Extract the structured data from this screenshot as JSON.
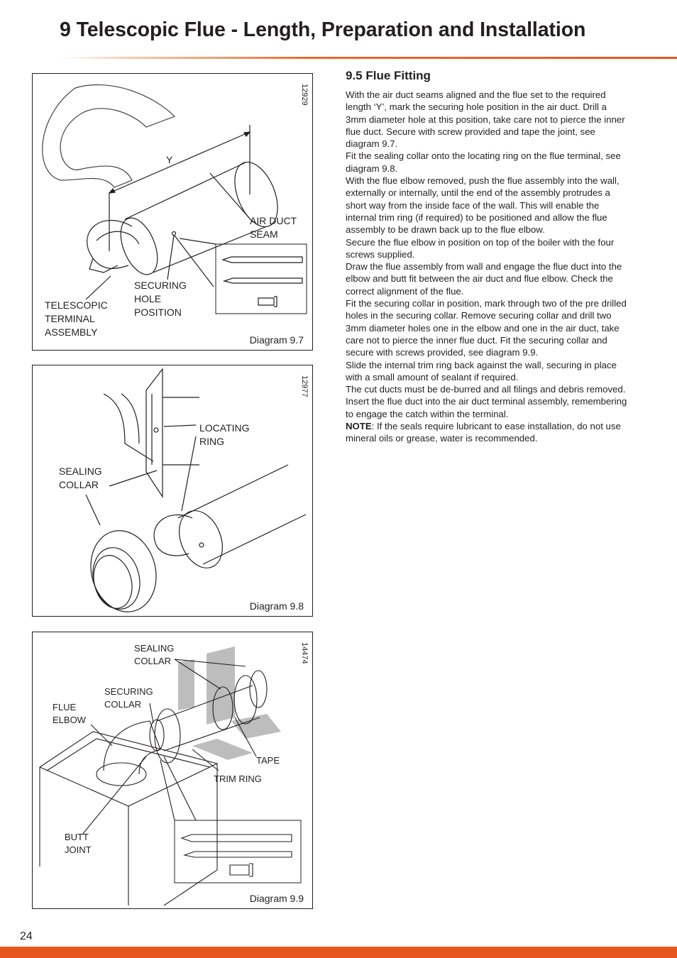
{
  "header": {
    "title": "9  Telescopic Flue - Length, Preparation and Installation"
  },
  "diagrams": [
    {
      "number": "12929",
      "caption": "Diagram 9.7",
      "labels": {
        "y": "Y",
        "air_duct_seam": "AIR DUCT\nSEAM",
        "securing_hole": "SECURING\nHOLE\nPOSITION",
        "telescopic": "TELESCOPIC\nTERMINAL\nASSEMBLY"
      }
    },
    {
      "number": "12977",
      "caption": "Diagram 9.8",
      "labels": {
        "locating_ring": "LOCATING\nRING",
        "sealing_collar": "SEALING\nCOLLAR"
      }
    },
    {
      "number": "14474",
      "caption": "Diagram 9.9",
      "labels": {
        "sealing_collar": "SEALING\nCOLLAR",
        "securing_collar": "SECURING\nCOLLAR",
        "flue_elbow": "FLUE\nELBOW",
        "tape": "TAPE",
        "trim_ring": "TRIM RING",
        "butt_joint": "BUTT\nJOINT"
      }
    }
  ],
  "section": {
    "heading": "9.5 Flue Fitting",
    "paragraphs": [
      "With the air duct seams aligned and the flue set to the required length ‘Y’,  mark the securing hole position in the air duct. Drill a 3mm diameter hole at this position,  take care not to pierce the inner flue duct. Secure with screw provided and tape the joint, see diagram 9.7.",
      "Fit the sealing collar onto the locating ring on the flue terminal, see diagram 9.8.",
      "With the flue elbow removed, push the flue assembly into the wall, externally or internally, until the end of the assembly protrudes a short way from the inside face of the wall.  This will enable the internal trim ring (if required) to be positioned and allow the flue assembly to be drawn back up to the flue elbow.",
      "Secure the flue elbow in position on top of the boiler with the four screws supplied.",
      "Draw the flue assembly from wall and engage the flue duct into the elbow and butt fit between the air duct and flue elbow. Check the correct alignment of the flue.",
      "Fit the securing collar in position, mark through two of the pre drilled holes in the securing collar.  Remove securing collar and drill two 3mm diameter holes one in the elbow and one in the air duct, take care not to pierce the inner flue duct. Fit the securing collar and secure with screws provided, see diagram 9.9.",
      "Slide the internal trim ring back against the wall, securing in place with a small amount of sealant if required.",
      "The cut ducts must be de-burred and all filings and debris removed.",
      "Insert the flue duct into the air duct terminal assembly, remembering to engage the catch within the terminal."
    ],
    "note_label": "NOTE",
    "note_text": ": If the seals require lubricant to ease installation, do not use mineral oils or grease, water is recommended."
  },
  "footer": {
    "page_number": "24"
  },
  "colors": {
    "accent": "#e8561f",
    "text": "#231f20"
  }
}
